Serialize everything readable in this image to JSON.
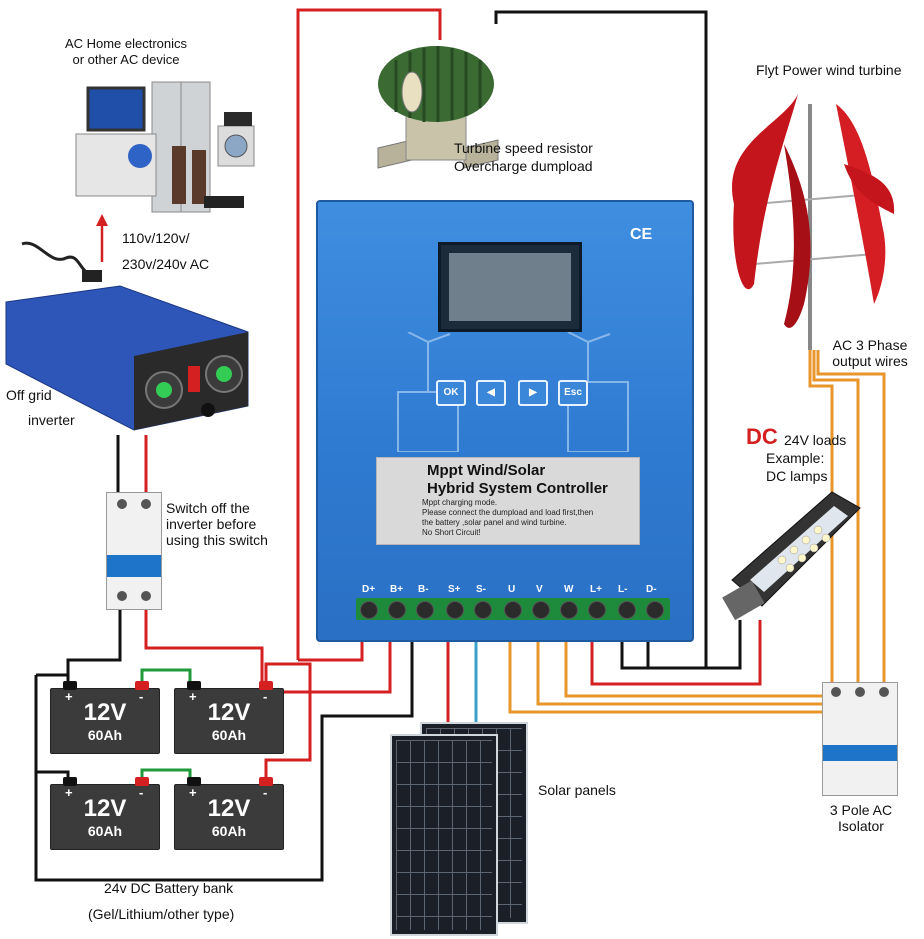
{
  "labels": {
    "ac_home": "AC Home electronics\nor other AC device",
    "ac_voltage_line1": "110v/120v/",
    "ac_voltage_line2": "230v/240v AC",
    "offgrid": "Off grid",
    "inverter": "inverter",
    "resistor_line1": "Turbine speed resistor",
    "resistor_line2": "Overcharge dumpload",
    "turbine": "Flyt Power wind turbine",
    "ac3phase_line1": "AC 3 Phase",
    "ac3phase_line2": "output wires",
    "dc_prefix": "DC",
    "dc_loads": "24V loads",
    "dc_example": "Example:",
    "dc_lamps": "DC lamps",
    "switch_line1": "Switch off the",
    "switch_line2": "inverter before",
    "switch_line3": "using this switch",
    "solar_panels": "Solar panels",
    "isolator_line1": "3 Pole AC",
    "isolator_line2": "Isolator",
    "battery_bank_line1": "24v DC Battery bank",
    "battery_bank_line2": "(Gel/Lithium/other type)"
  },
  "controller": {
    "ce_mark": "CE",
    "title_line1": "Mppt Wind/Solar",
    "title_line2": "Hybrid System Controller",
    "note_line1": "Mppt charging mode.",
    "note_line2": "Please connect the dumpload and load first,then",
    "note_line3": "the battery ,solar panel and wind turbine.",
    "note_line4": "No Short Circuit!",
    "keys": [
      "OK",
      "◀",
      "▶",
      "Esc"
    ],
    "terminals": [
      "D+",
      "B+",
      "B-",
      "S+",
      "S-",
      "U",
      "V",
      "W",
      "L+",
      "L-",
      "D-"
    ]
  },
  "batteries": [
    {
      "voltage": "12V",
      "capacity": "60Ah"
    },
    {
      "voltage": "12V",
      "capacity": "60Ah"
    },
    {
      "voltage": "12V",
      "capacity": "60Ah"
    },
    {
      "voltage": "12V",
      "capacity": "60Ah"
    }
  ],
  "battery_signs": {
    "plus": "+",
    "minus": "-"
  },
  "colors": {
    "wire_red": "#d42020",
    "wire_black": "#111111",
    "wire_orange": "#e8962a",
    "wire_blue": "#3aa0c8",
    "wire_green": "#1f9a3a",
    "controller_blue": "#2f7bd2",
    "dc_red": "#d42020"
  },
  "icons": [
    "tv-icon",
    "wind-turbine-icon",
    "resistor-icon",
    "inverter-icon",
    "lamp-icon",
    "solar-panel-icon"
  ]
}
